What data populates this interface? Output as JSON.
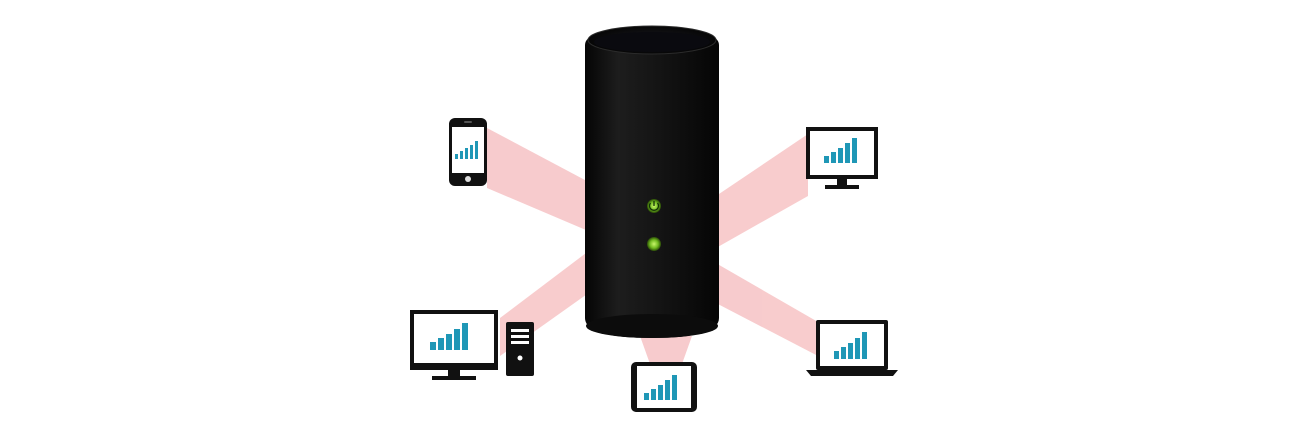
{
  "scene": {
    "background": "#ffffff",
    "beam_color": "#f7c6c8",
    "router": {
      "body_color": "#141414",
      "cap_color": "#0b0b0b",
      "led_color": "#8fd12a",
      "led_icons": [
        "power-icon",
        "wifi-status-icon"
      ]
    },
    "signal_bar_color": "#1f97b6",
    "devices": [
      {
        "name": "smartphone",
        "icon": "smartphone-icon",
        "signal_bars": 5
      },
      {
        "name": "desktop-monitor-right",
        "icon": "monitor-icon",
        "signal_bars": 5
      },
      {
        "name": "desktop-with-tower",
        "icon": "desktop-tower-icon",
        "signal_bars": 5
      },
      {
        "name": "tablet",
        "icon": "tablet-icon",
        "signal_bars": 5
      },
      {
        "name": "laptop",
        "icon": "laptop-icon",
        "signal_bars": 5
      }
    ]
  }
}
